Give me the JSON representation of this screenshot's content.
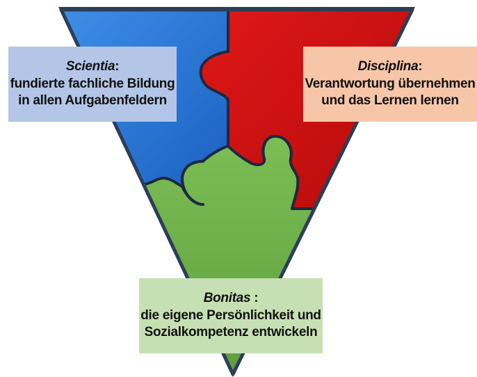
{
  "colors": {
    "blue_piece": "#1f6fd1",
    "red_piece": "#cc0d0d",
    "green_piece": "#6aac45",
    "scientia_box": "#b3c6e7",
    "disciplina_box": "#f7c6a8",
    "bonitas_box": "#c7e0b3"
  },
  "scientia": {
    "title": "Scientia",
    "colon": ":",
    "line1": "fundierte fachliche Bildung",
    "line2": "in allen Aufgabenfeldern"
  },
  "disciplina": {
    "title": "Disciplina",
    "colon": ":",
    "line1": "Verantwortung übernehmen",
    "line2": "und das Lernen lernen"
  },
  "bonitas": {
    "title": "Bonitas",
    "colon": " :",
    "line1": "die eigene Persönlichkeit und",
    "line2": "Sozialkompetenz entwickeln"
  }
}
